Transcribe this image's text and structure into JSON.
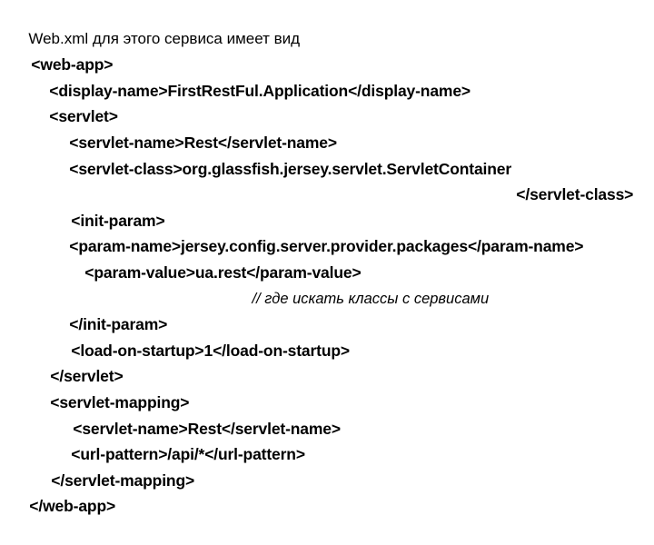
{
  "slide": {
    "background_color": "#ffffff",
    "text_color": "#000000",
    "intro": "Web.xml для этого сервиса имеет вид",
    "lines": [
      {
        "id": "web-app-open",
        "text": "<web-app>",
        "indent": 6,
        "style": "code"
      },
      {
        "id": "display-name",
        "text": "<display-name>FirstRestFul.Application</display-name>",
        "indent": 26,
        "style": "code"
      },
      {
        "id": "servlet-open",
        "text": "<servlet>",
        "indent": 26,
        "style": "code"
      },
      {
        "id": "servlet-name",
        "text": "<servlet-name>Rest</servlet-name>",
        "indent": 48,
        "style": "code"
      },
      {
        "id": "servlet-class-open",
        "text": "<servlet-class>org.glassfish.jersey.servlet.ServletContainer",
        "indent": 48,
        "style": "code"
      },
      {
        "id": "servlet-class-close",
        "text": "</servlet-class>",
        "indent": 540,
        "style": "code"
      },
      {
        "id": "init-param-open",
        "text": "<init-param>",
        "indent": 50,
        "style": "code"
      },
      {
        "id": "param-name",
        "text": "<param-name>jersey.config.server.provider.packages</param-name>",
        "indent": 48,
        "style": "code"
      },
      {
        "id": "param-value",
        "text": "<param-value>ua.rest</param-value>",
        "indent": 65,
        "style": "code"
      },
      {
        "id": "comment-where-classes",
        "text": "// где искать классы с сервисами",
        "indent": 250,
        "style": "comment"
      },
      {
        "id": "init-param-close",
        "text": "</init-param>",
        "indent": 48,
        "style": "code"
      },
      {
        "id": "load-on-startup",
        "text": "<load-on-startup>1</load-on-startup>",
        "indent": 50,
        "style": "code"
      },
      {
        "id": "servlet-close",
        "text": "</servlet>",
        "indent": 27,
        "style": "code"
      },
      {
        "id": "servlet-mapping-open",
        "text": "<servlet-mapping>",
        "indent": 27,
        "style": "code"
      },
      {
        "id": "mapping-servlet-name",
        "text": "<servlet-name>Rest</servlet-name>",
        "indent": 52,
        "style": "code"
      },
      {
        "id": "url-pattern",
        "text": "<url-pattern>/api/*</url-pattern>",
        "indent": 50,
        "style": "code"
      },
      {
        "id": "servlet-mapping-close",
        "text": "</servlet-mapping>",
        "indent": 28,
        "style": "code"
      },
      {
        "id": "web-app-close",
        "text": "</web-app>",
        "indent": 4,
        "style": "code"
      }
    ]
  }
}
